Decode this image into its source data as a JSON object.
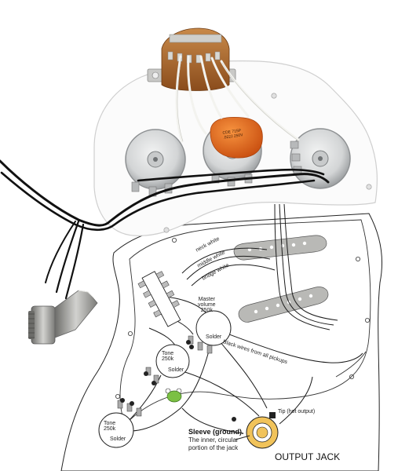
{
  "diagram": {
    "wire_labels": {
      "neck": "neck white",
      "middle": "middle white",
      "bridge": "bridge white"
    },
    "master_volume": {
      "line1": "Master",
      "line2": "volume",
      "line3": "250k"
    },
    "tone_middle": {
      "line1": "Tone",
      "line2": "250k"
    },
    "tone_bridge": {
      "line1": "Tone",
      "line2": "250k"
    },
    "solder": "Solder",
    "black_wires": "Black wires from all pickups",
    "tip": "Tip (hot output)",
    "sleeve": {
      "line1": "Sleeve (ground).",
      "line2": "The inner, circular",
      "line3": "portion of the jack"
    },
    "output_jack": "OUTPUT JACK"
  },
  "capacitor_print": {
    "line1": "CDE 715P",
    "line2": ".022J 250V"
  },
  "colors": {
    "pickguard": "#fbfbfb",
    "capacitor": "#e5661c",
    "pot_body": "#d9dbdc",
    "switch_base": "#b06a2c",
    "wire_black": "#111111",
    "wire_white": "#f4f4f0",
    "jack_nickel": "#9c9c98",
    "solder_ring": "#d9a93a"
  }
}
